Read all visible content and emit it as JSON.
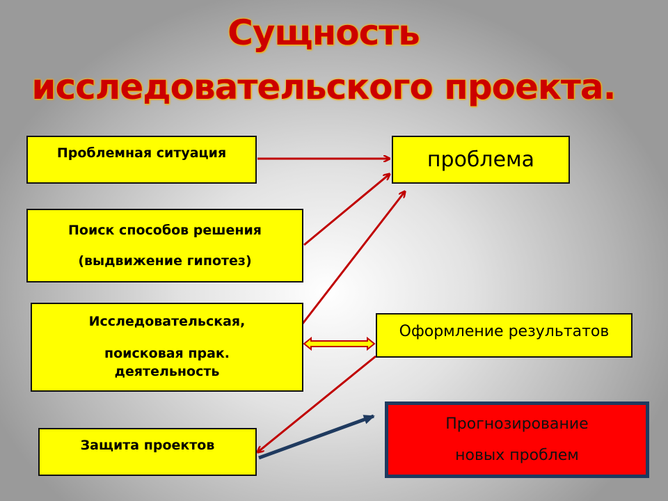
{
  "title": {
    "line1": "Сущность",
    "line2": "исследовательского проекта."
  },
  "left_boxes": [
    {
      "lines": [
        "Проблемная ситуация"
      ]
    },
    {
      "lines": [
        "Поиск способов решения",
        "(выдвижение гипотез)"
      ]
    },
    {
      "lines": [
        "Исследовательская,",
        "поисковая прак.",
        "деятельность"
      ]
    },
    {
      "lines": [
        "Защита проектов"
      ]
    }
  ],
  "right_boxes": {
    "problem": "проблема",
    "results": "Оформление результатов",
    "forecast": [
      "Прогнозирование",
      "новых проблем"
    ]
  },
  "colors": {
    "title": "#cc0000",
    "box": "#ffff00",
    "forecast_box": "#ff0000",
    "forecast_border": "#1f3a5f",
    "arrow": "#c00000",
    "arrow_navy": "#1f3a5f"
  }
}
